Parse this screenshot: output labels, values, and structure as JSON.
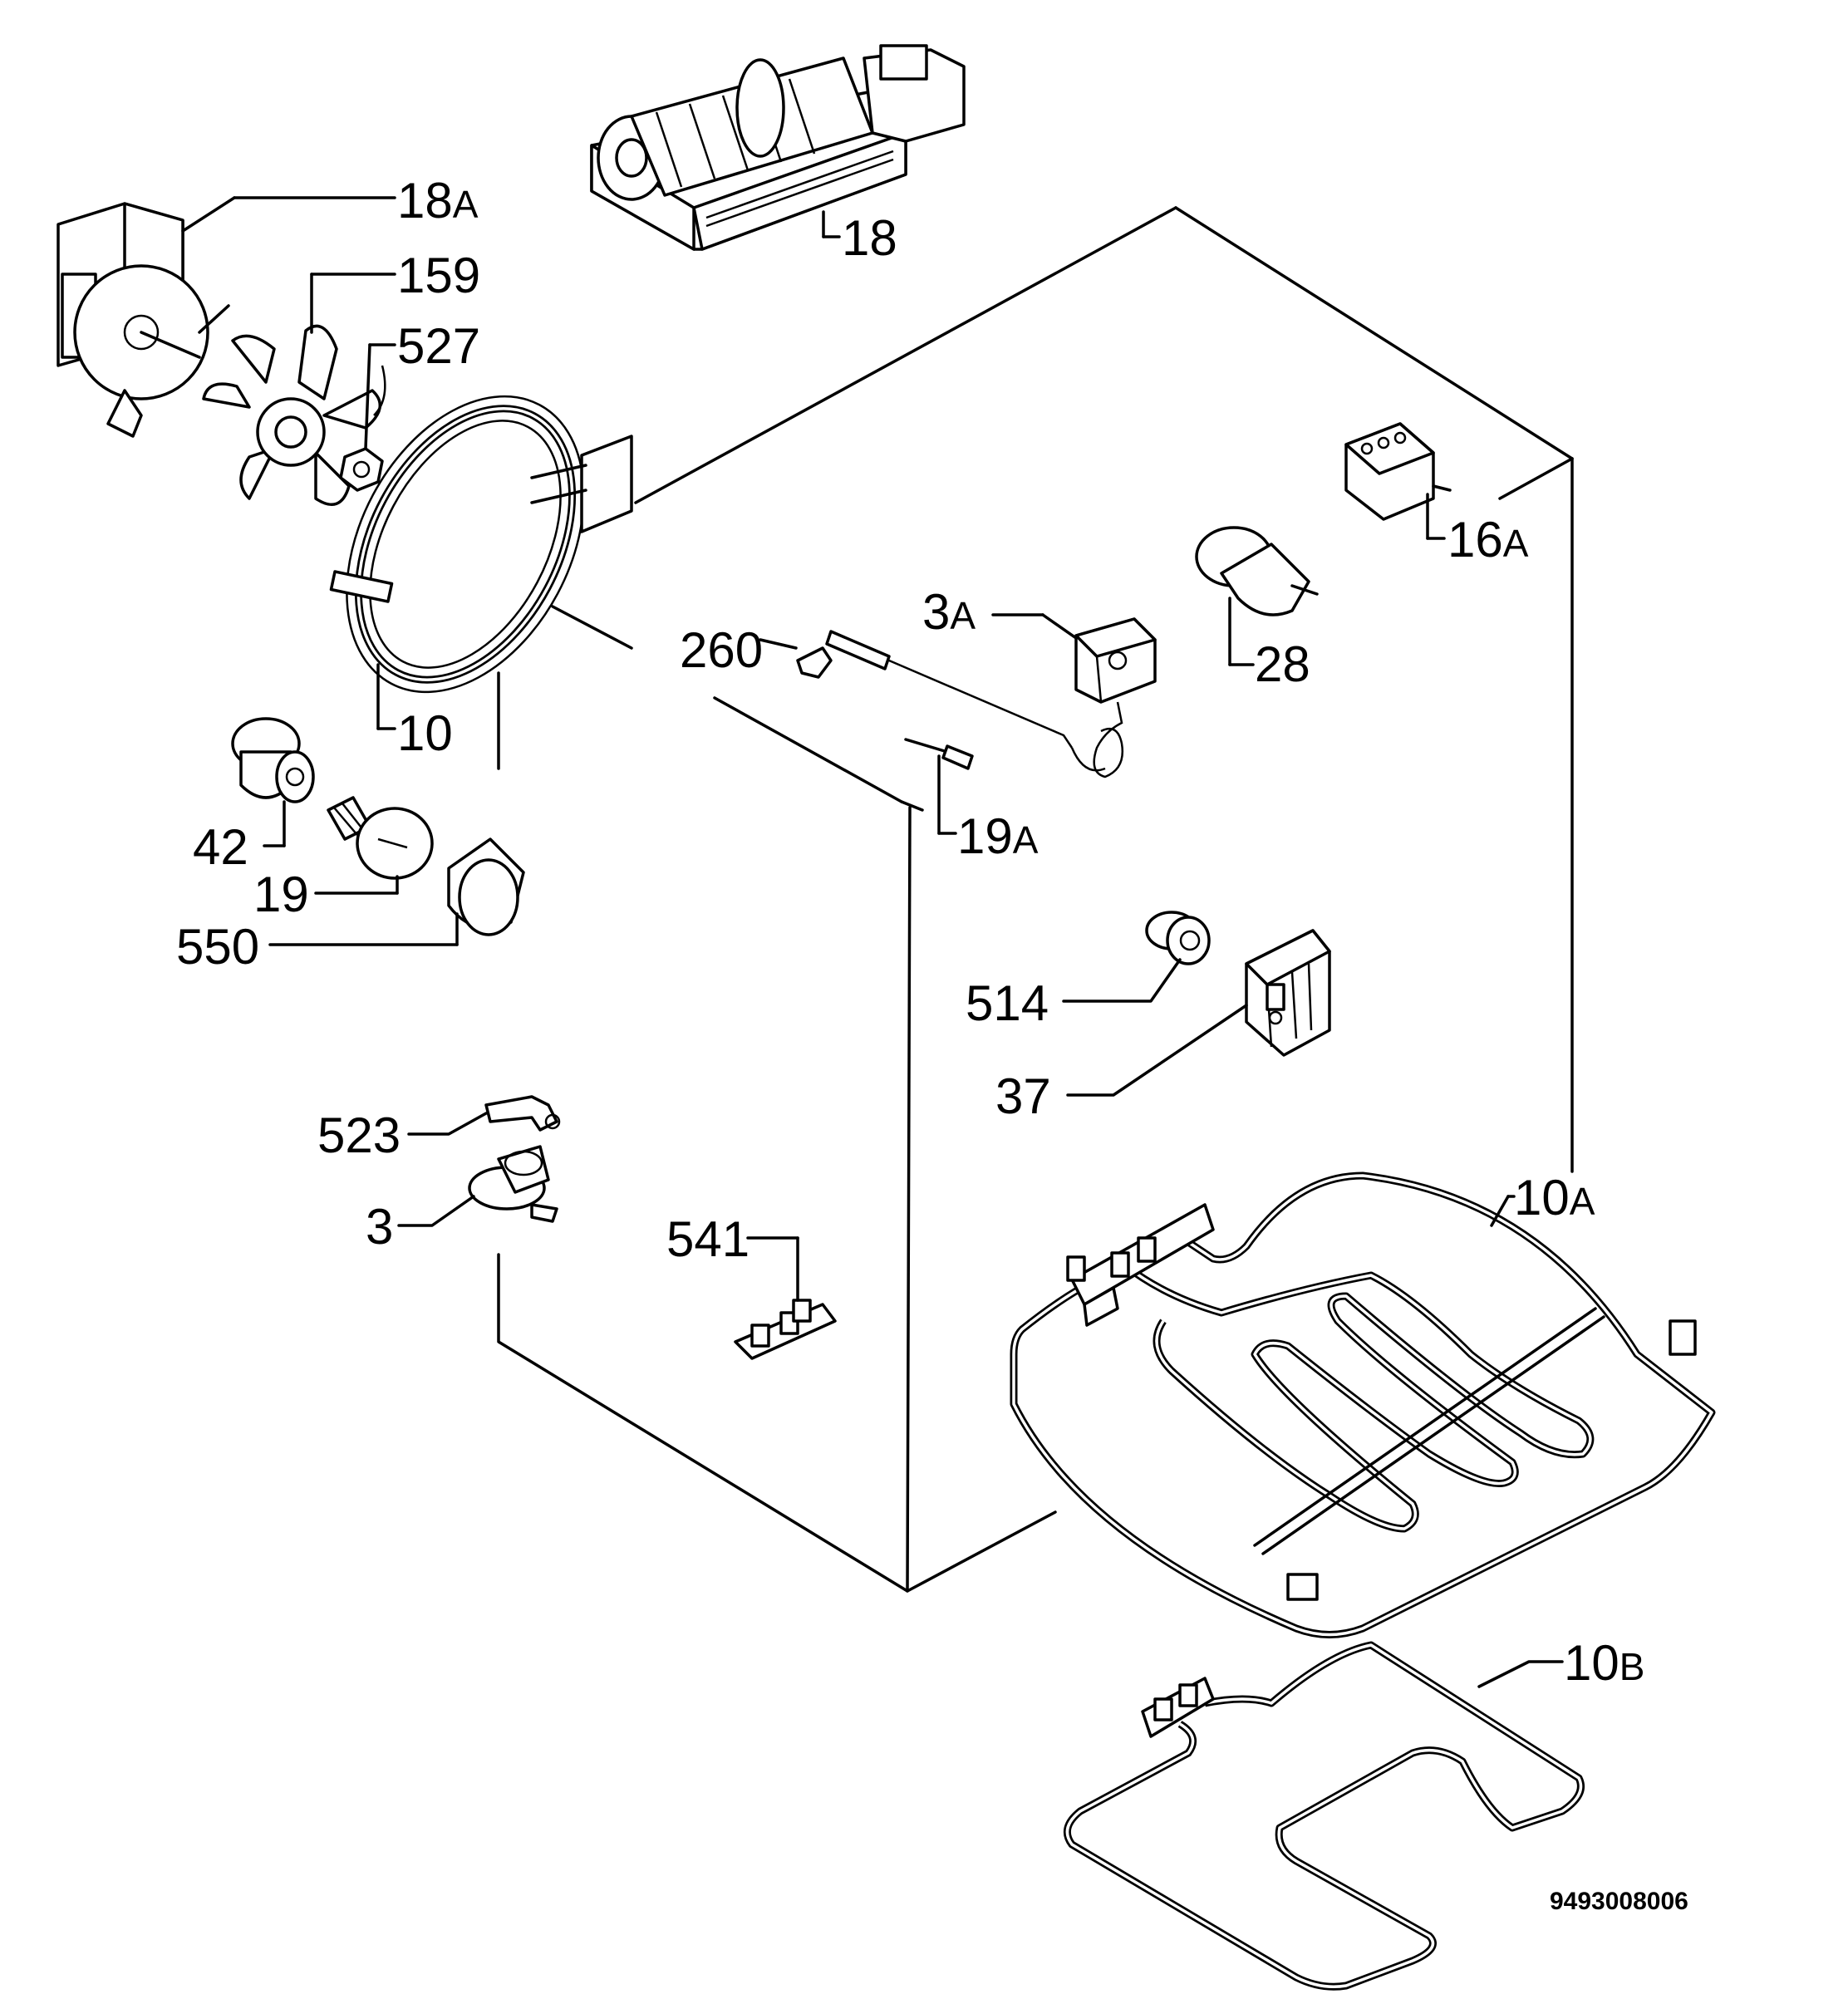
{
  "drawing_code": "9493008006",
  "parts": [
    {
      "id": "p18a",
      "num": "18",
      "suffix": "A"
    },
    {
      "id": "p159",
      "num": "159",
      "suffix": ""
    },
    {
      "id": "p527",
      "num": "527",
      "suffix": ""
    },
    {
      "id": "p18",
      "num": "18",
      "suffix": ""
    },
    {
      "id": "p10",
      "num": "10",
      "suffix": ""
    },
    {
      "id": "p260",
      "num": "260",
      "suffix": ""
    },
    {
      "id": "p3a",
      "num": "3",
      "suffix": "A"
    },
    {
      "id": "p28",
      "num": "28",
      "suffix": ""
    },
    {
      "id": "p16a",
      "num": "16",
      "suffix": "A"
    },
    {
      "id": "p19a",
      "num": "19",
      "suffix": "A"
    },
    {
      "id": "p42",
      "num": "42",
      "suffix": ""
    },
    {
      "id": "p19",
      "num": "19",
      "suffix": ""
    },
    {
      "id": "p550",
      "num": "550",
      "suffix": ""
    },
    {
      "id": "p514",
      "num": "514",
      "suffix": ""
    },
    {
      "id": "p37",
      "num": "37",
      "suffix": ""
    },
    {
      "id": "p523",
      "num": "523",
      "suffix": ""
    },
    {
      "id": "p3",
      "num": "3",
      "suffix": ""
    },
    {
      "id": "p541",
      "num": "541",
      "suffix": ""
    },
    {
      "id": "p10a",
      "num": "10",
      "suffix": "A"
    },
    {
      "id": "p10b",
      "num": "10",
      "suffix": "B"
    }
  ]
}
